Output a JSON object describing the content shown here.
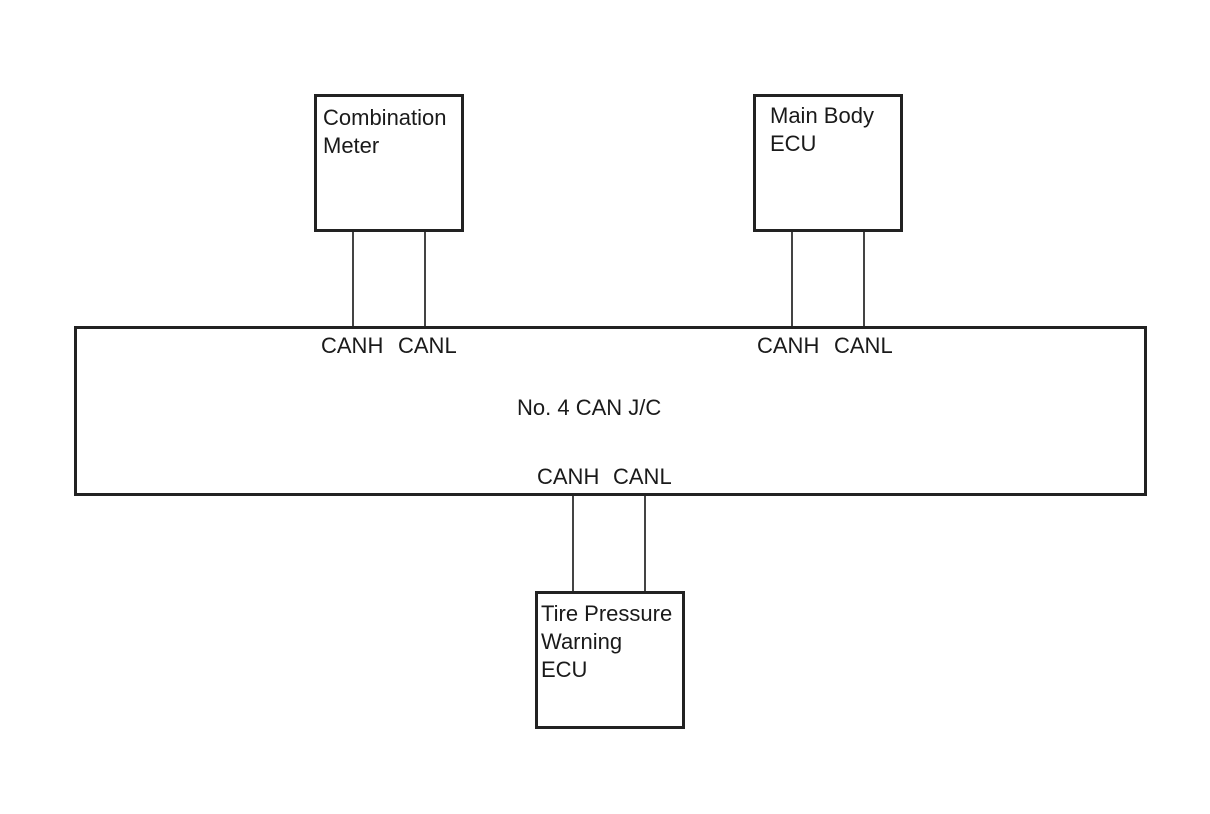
{
  "diagram": {
    "junction": {
      "label": "No. 4 CAN J/C"
    },
    "nodes": [
      {
        "id": "combination-meter",
        "label": "Combination\nMeter",
        "pins": [
          "CANH",
          "CANL"
        ]
      },
      {
        "id": "main-body-ecu",
        "label": "Main Body\nECU",
        "pins": [
          "CANH",
          "CANL"
        ]
      },
      {
        "id": "tire-pressure-warning-ecu",
        "label": "Tire Pressure\nWarning\nECU",
        "pins": [
          "CANH",
          "CANL"
        ]
      }
    ]
  }
}
